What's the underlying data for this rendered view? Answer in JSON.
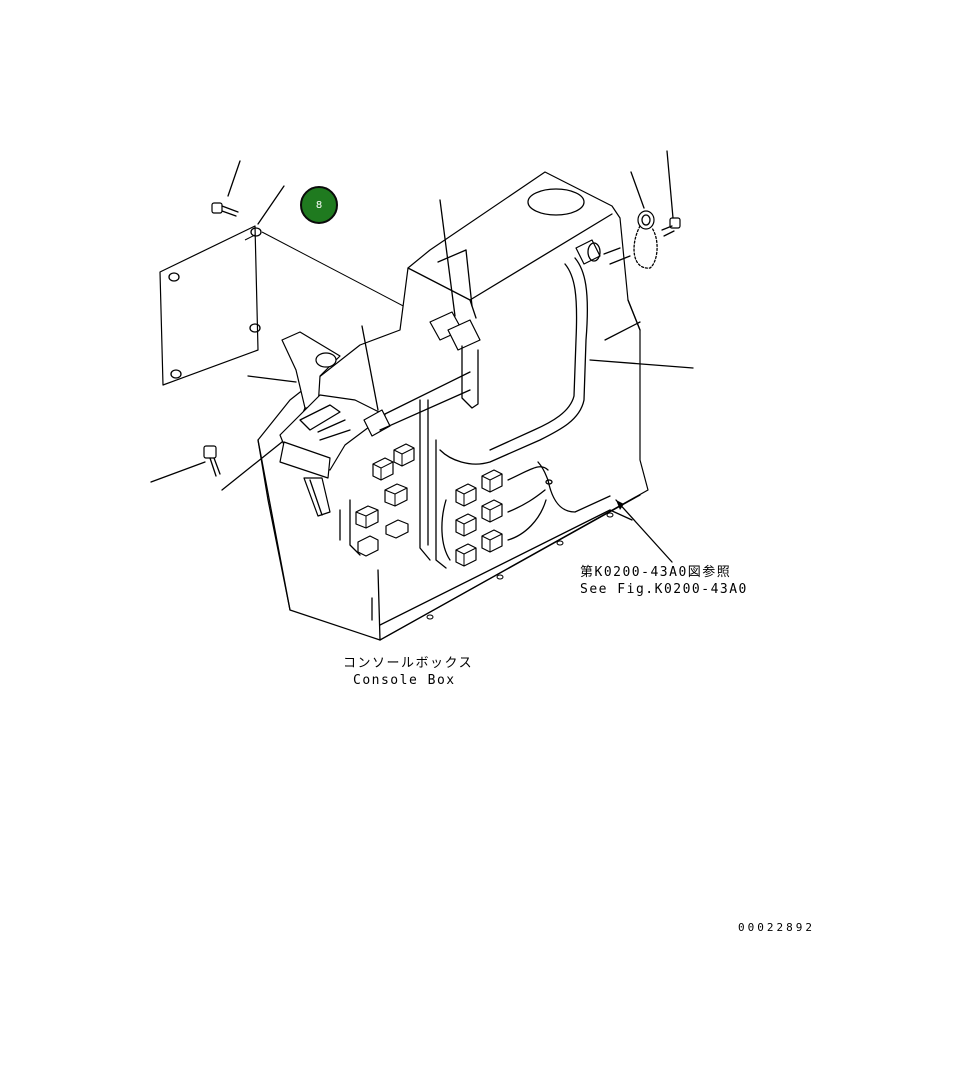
{
  "callout_badge": {
    "label": "8",
    "color": "#1f7a1f"
  },
  "labels": {
    "console_box_jp": "コンソールボックス",
    "console_box_en": "Console Box",
    "see_fig_jp": "第K0200-43A0図参照",
    "see_fig_en": "See Fig.K0200-43A0",
    "drawing_number": "00022892"
  }
}
